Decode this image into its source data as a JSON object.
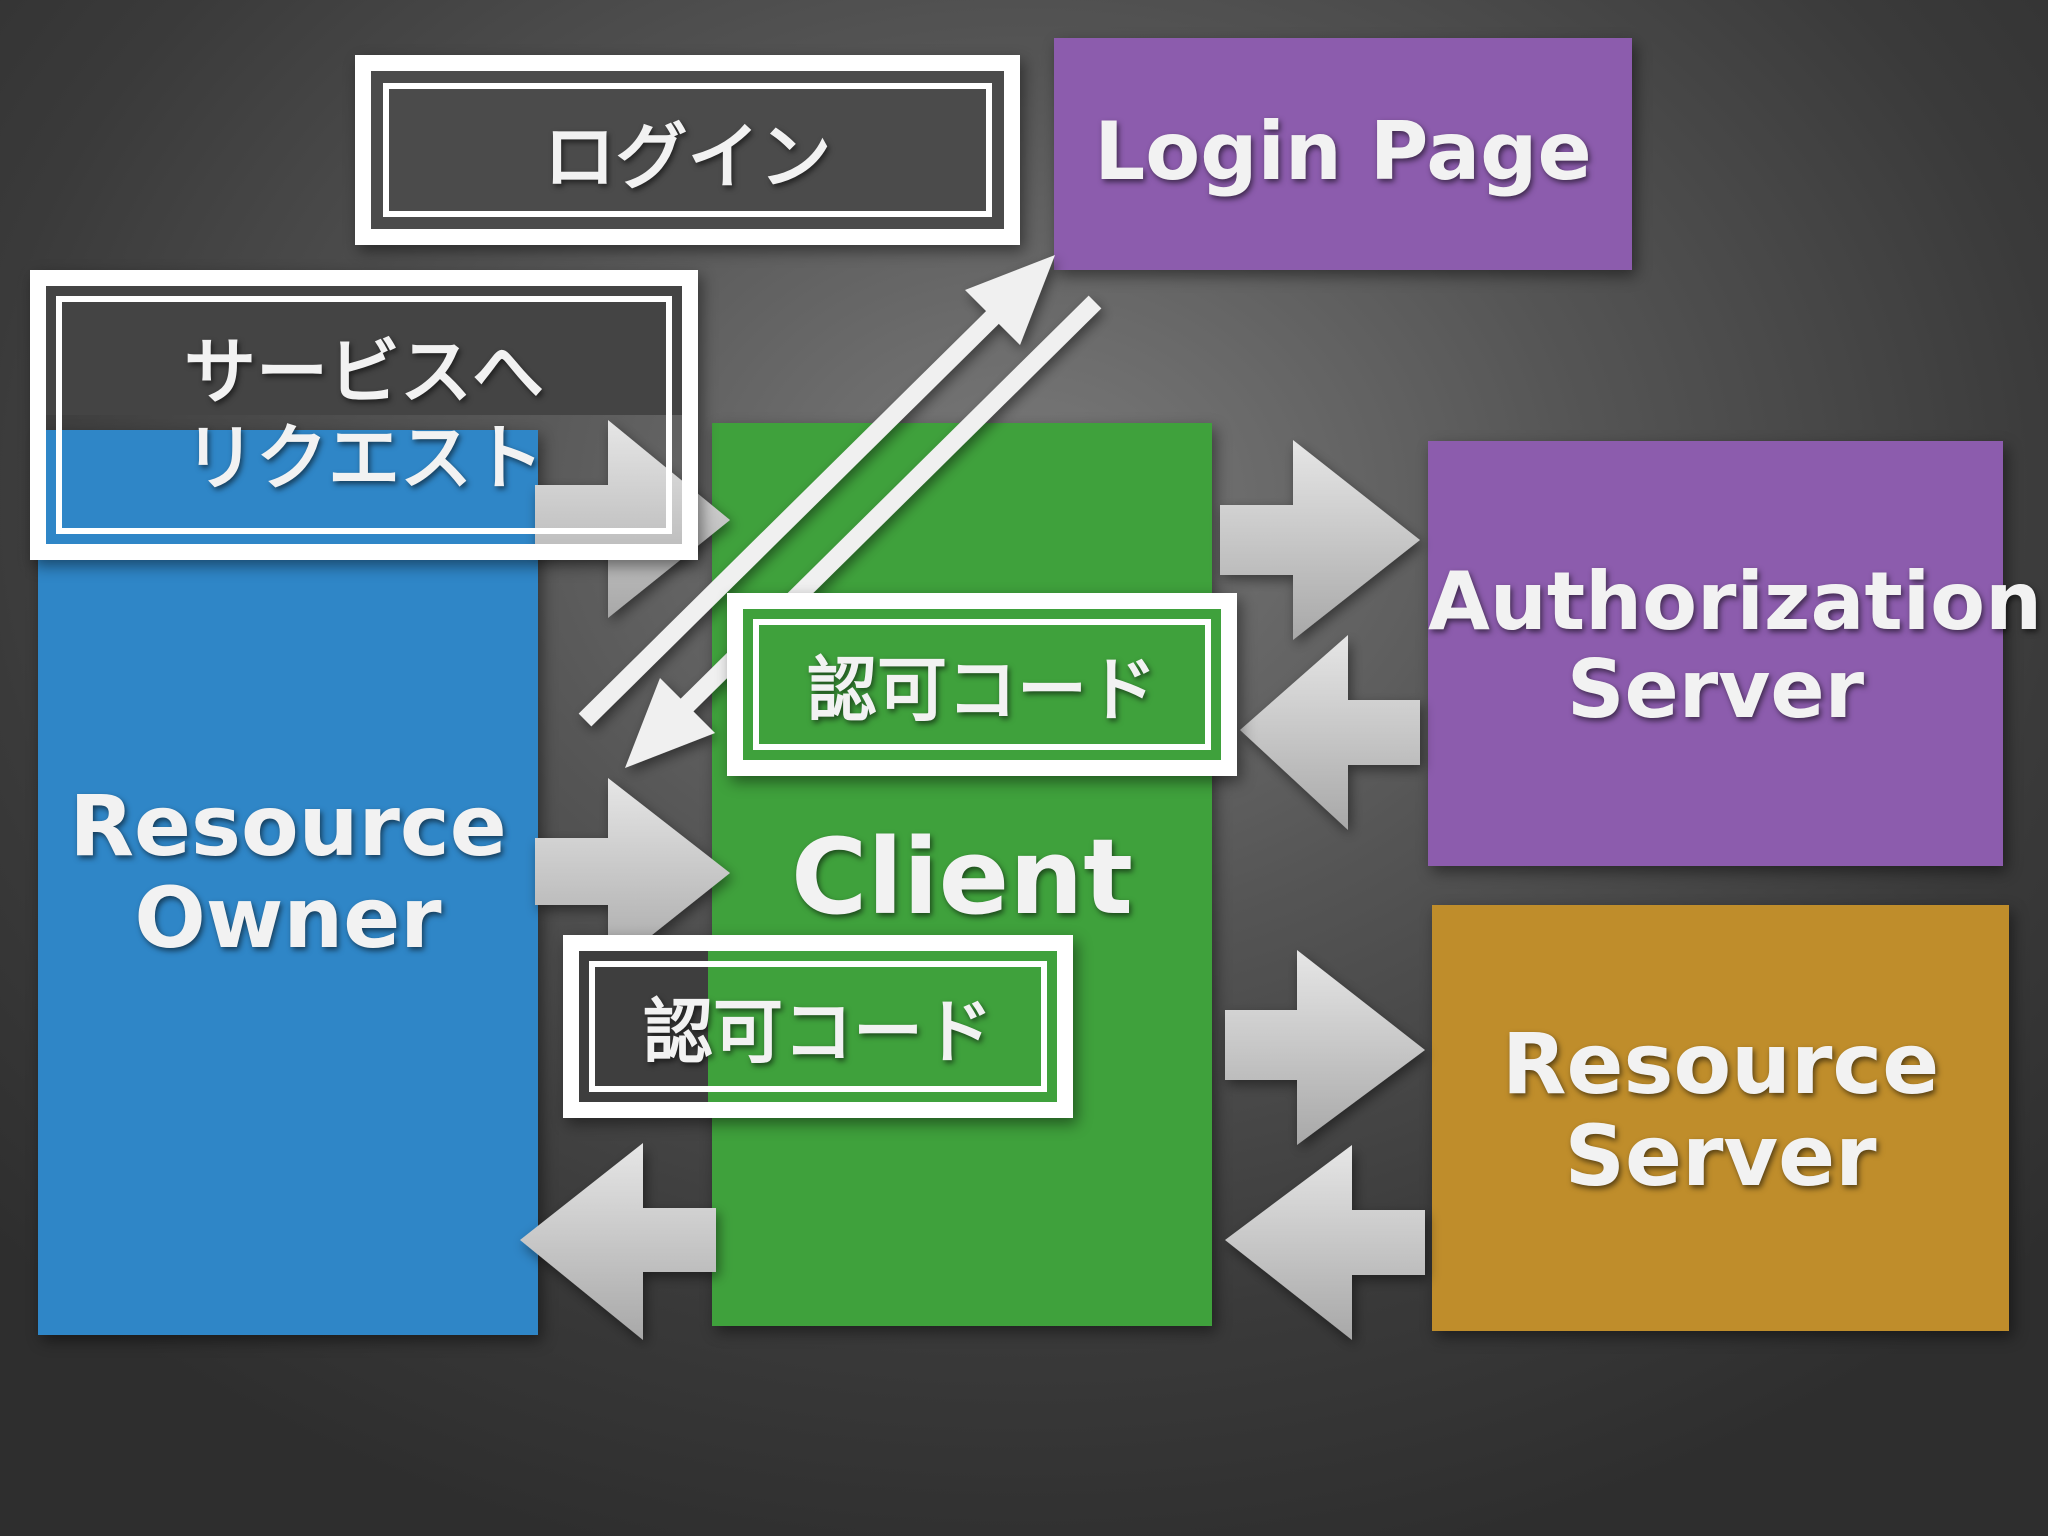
{
  "entities": {
    "resource_owner": "Resource\nOwner",
    "client": "Client",
    "authorization_server": "Authorization\nServer",
    "resource_server": "Resource\nServer",
    "login_page": "Login Page"
  },
  "callouts": {
    "login": "ログイン",
    "service_request": "サービスへ\nリクエスト",
    "auth_code_1": "認可コード",
    "auth_code_2": "認可コード"
  },
  "colors": {
    "resource_owner": "#2f86c7",
    "client": "#3fa13c",
    "authorization_server": "#8c5cad",
    "resource_server": "#bf8d2b",
    "login_page": "#8c5cad",
    "arrow": "#c8c8c8",
    "callout_border": "#ffffff"
  }
}
